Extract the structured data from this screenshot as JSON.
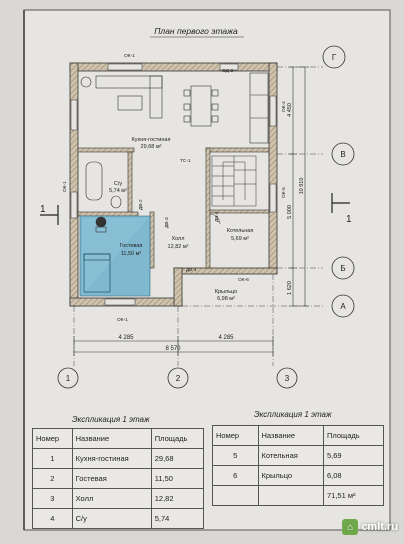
{
  "title": "План первого этажа",
  "axes": {
    "top": "Г",
    "right_middle": "В",
    "right_lower": "Б",
    "right_bottom": "А",
    "bottom": [
      "1",
      "2",
      "3"
    ]
  },
  "section_mark": "1",
  "rooms": {
    "kitchen": {
      "name": "Кухня-гостиная",
      "area": "29,68 м²"
    },
    "bath": {
      "name": "С/у",
      "area": "5,74 м²"
    },
    "guest": {
      "name": "Гостевая",
      "area": "11,50 м²"
    },
    "hall": {
      "name": "Холл",
      "area": "12,82 м²"
    },
    "boiler": {
      "name": "Котельная",
      "area": "5,69 м²"
    },
    "porch": {
      "name": "Крыльцо",
      "area": "6,98 м²"
    }
  },
  "openings": {
    "ok1_top": "ОК-1",
    "od2_top": "ОД-2",
    "ok4_right": "ОК-4",
    "ok5_right": "ОК-5",
    "ok1_left": "ОК-1",
    "ok1_bottom": "ОК-1",
    "ok6": "ОК-6",
    "dv1": "ДВ-1",
    "dv3": "ДВ-3",
    "dv4": "ДВ-4",
    "dv2": "ДВ-2",
    "stair_label": "ТС-1"
  },
  "dimensions": {
    "left_span": "4 285",
    "right_span": "4 285",
    "total_width": "8 570",
    "right_top": "4 450",
    "right_mid": "5 000",
    "right_low": "1 620",
    "right_total": "10 910"
  },
  "tables": {
    "left": {
      "caption": "Экспликация 1 этаж",
      "headers": [
        "Номер",
        "Название",
        "Площадь"
      ],
      "rows": [
        [
          "1",
          "Кухня-гостиная",
          "29,68"
        ],
        [
          "2",
          "Гостевая",
          "11,50"
        ],
        [
          "3",
          "Холл",
          "12,82"
        ],
        [
          "4",
          "С/у",
          "5,74"
        ]
      ]
    },
    "right": {
      "caption": "Экспликация 1 этаж",
      "headers": [
        "Номер",
        "Название",
        "Площадь"
      ],
      "rows": [
        [
          "5",
          "Котельная",
          "5,69"
        ],
        [
          "6",
          "Крыльцо",
          "6,08"
        ],
        [
          "",
          "",
          "71,51 м²"
        ]
      ]
    }
  },
  "watermark": "cmlt.ru",
  "colors": {
    "paper": "#d9d8d4",
    "line": "#3a3a3a",
    "guest_fill": "#7fb8cf",
    "wall_hatch": "#b9a98e"
  }
}
